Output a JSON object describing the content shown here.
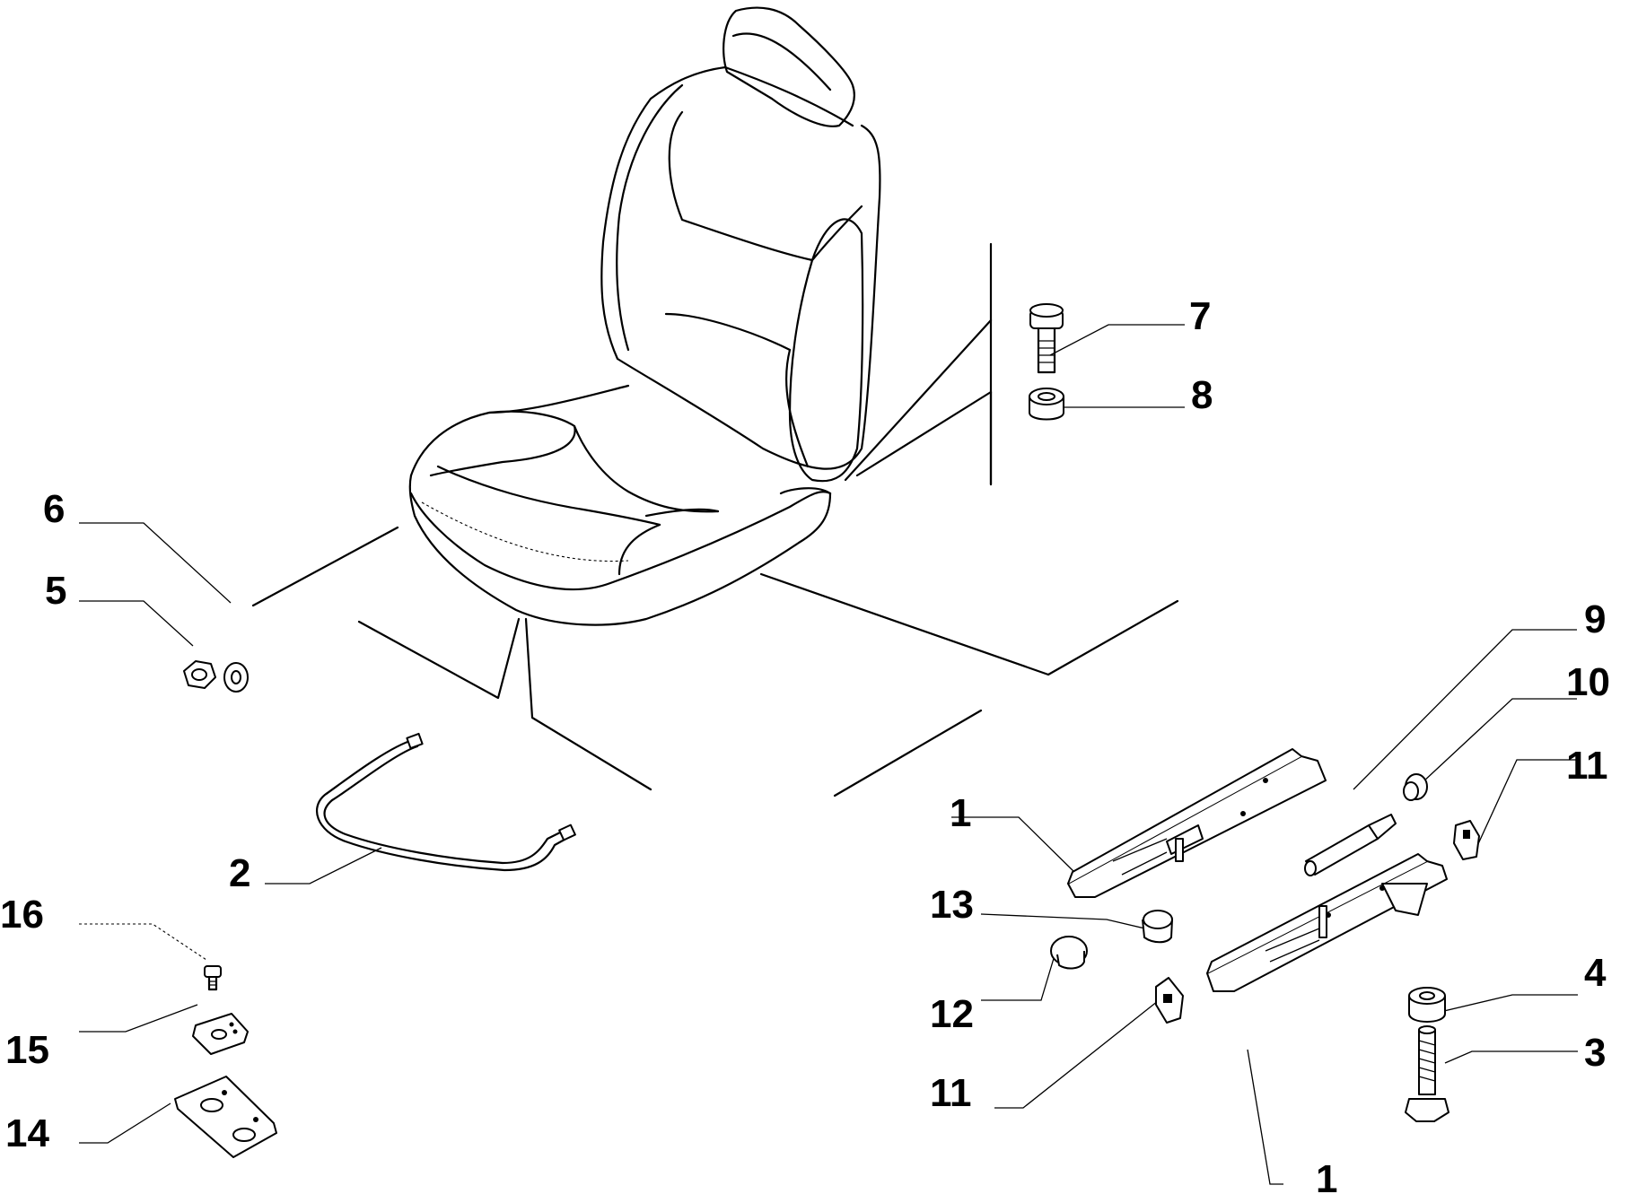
{
  "callouts": [
    {
      "id": "c1a",
      "text": "1"
    },
    {
      "id": "c1b",
      "text": "1"
    },
    {
      "id": "c2",
      "text": "2"
    },
    {
      "id": "c3",
      "text": "3"
    },
    {
      "id": "c4",
      "text": "4"
    },
    {
      "id": "c5",
      "text": "5"
    },
    {
      "id": "c6",
      "text": "6"
    },
    {
      "id": "c7",
      "text": "7"
    },
    {
      "id": "c8",
      "text": "8"
    },
    {
      "id": "c9",
      "text": "9"
    },
    {
      "id": "c10",
      "text": "10"
    },
    {
      "id": "c11a",
      "text": "11"
    },
    {
      "id": "c11b",
      "text": "11"
    },
    {
      "id": "c12",
      "text": "12"
    },
    {
      "id": "c13",
      "text": "13"
    },
    {
      "id": "c14",
      "text": "14"
    },
    {
      "id": "c15",
      "text": "15"
    },
    {
      "id": "c16",
      "text": "16"
    }
  ]
}
